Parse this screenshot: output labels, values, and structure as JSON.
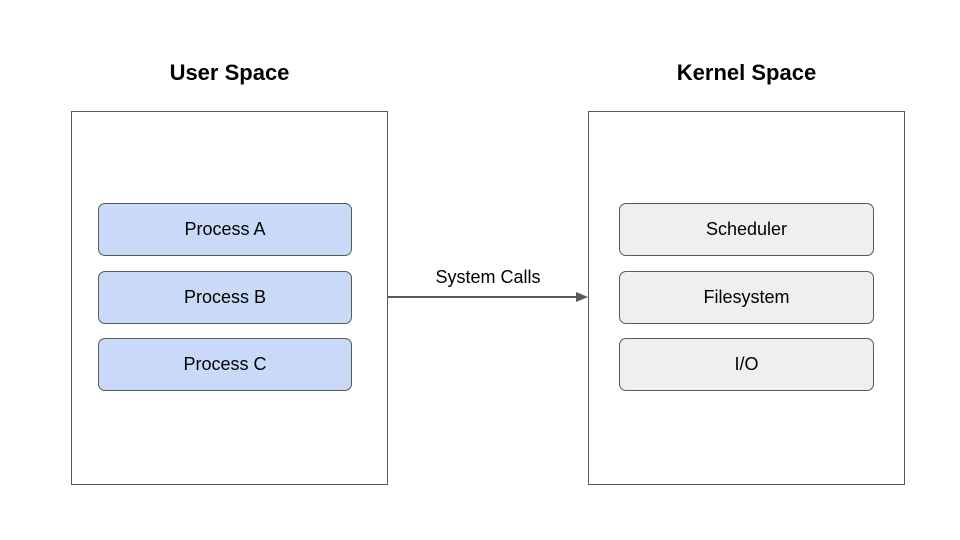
{
  "user_space": {
    "title": "User Space",
    "processes": [
      "Process A",
      "Process B",
      "Process C"
    ]
  },
  "kernel_space": {
    "title": "Kernel Space",
    "components": [
      "Scheduler",
      "Filesystem",
      "I/O"
    ]
  },
  "connector": {
    "label": "System Calls"
  },
  "colors": {
    "process_fill": "#c9daf8",
    "kernel_fill": "#efefef",
    "border": "#595959",
    "arrow": "#595959"
  }
}
